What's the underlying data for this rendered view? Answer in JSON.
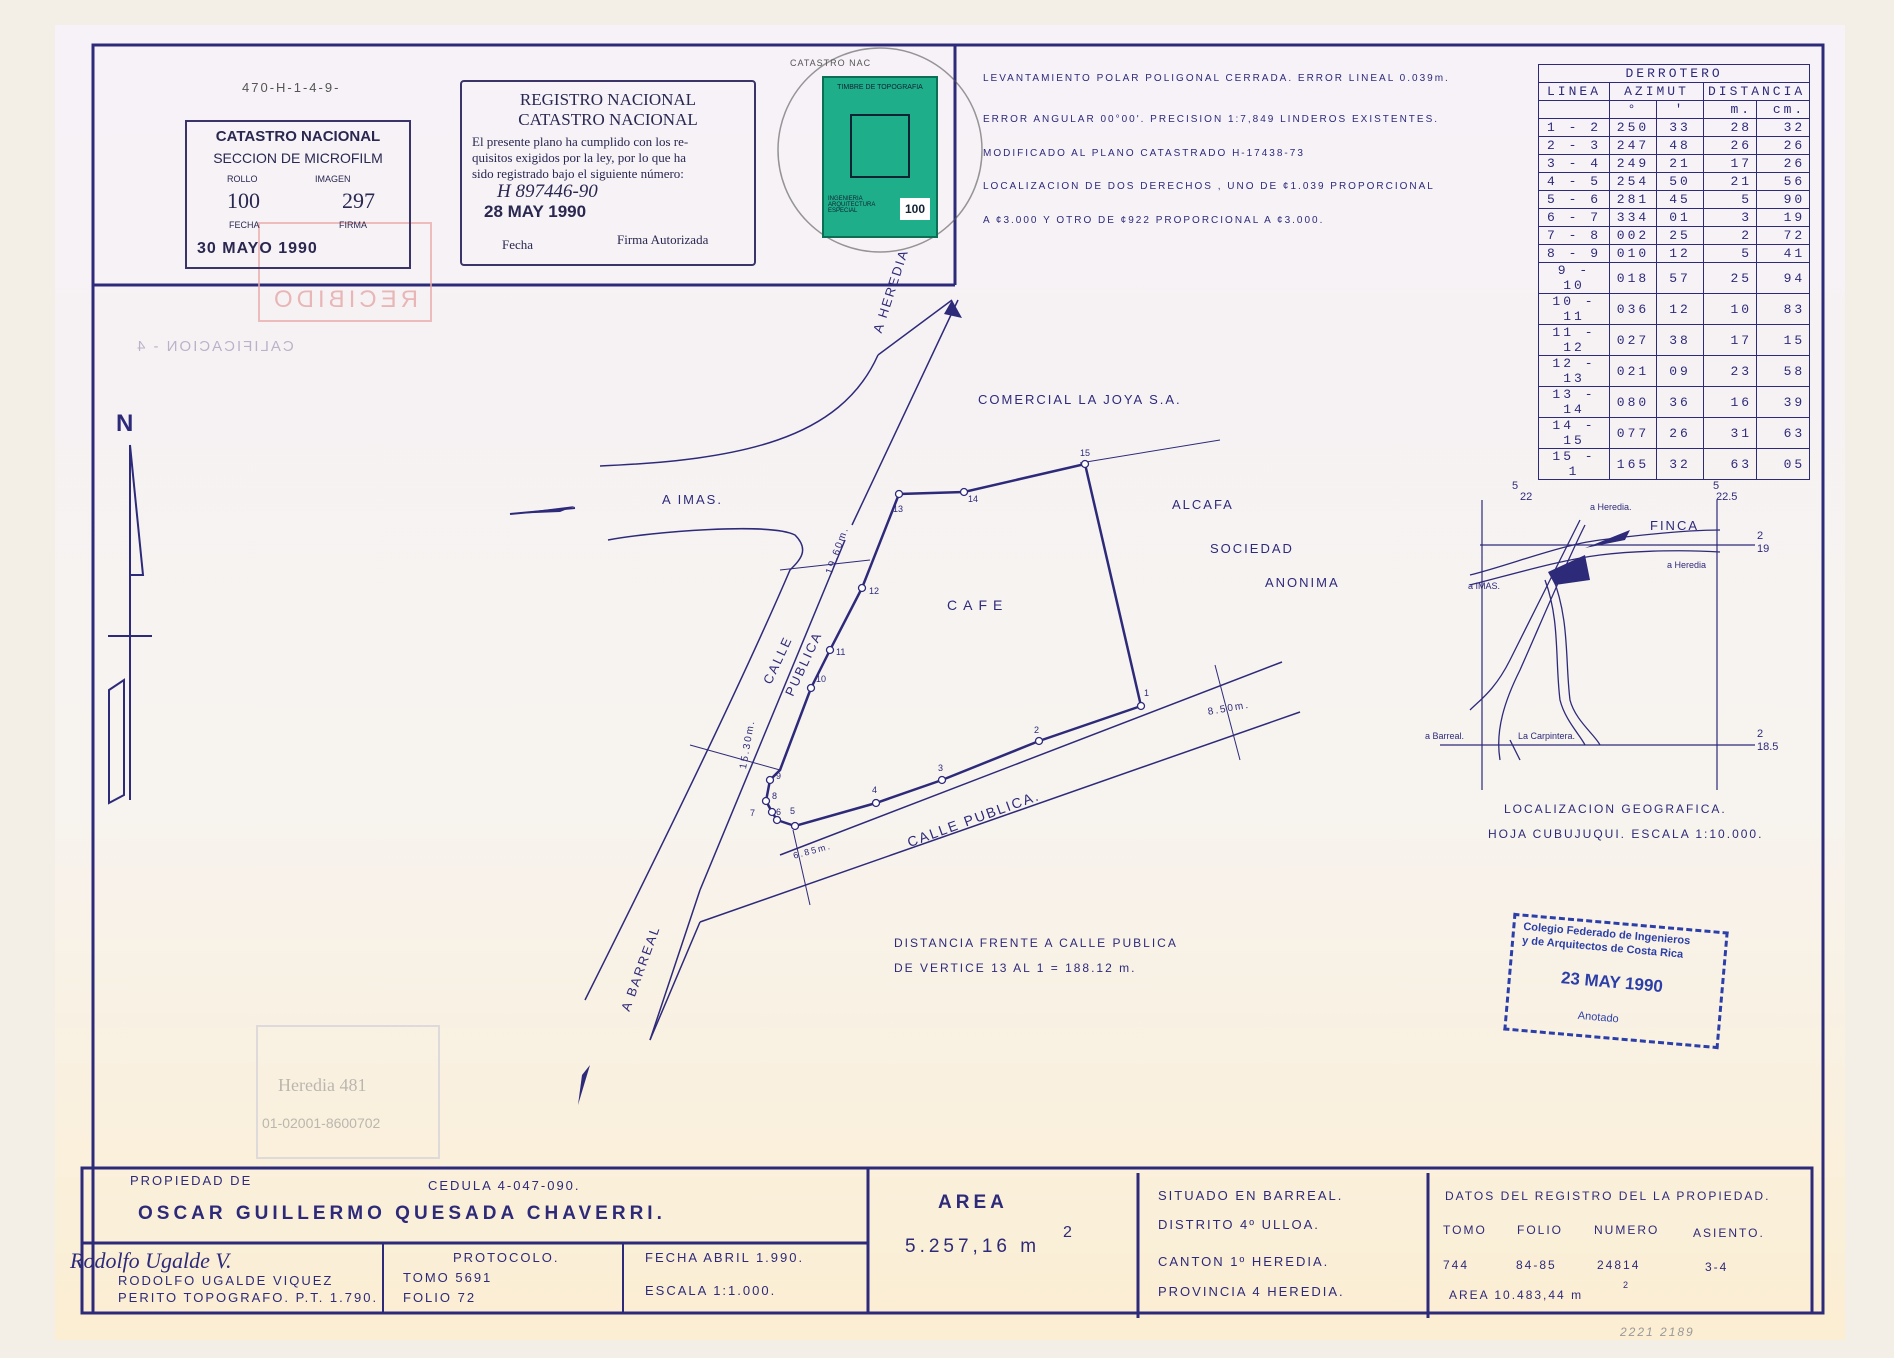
{
  "ref_code": "470-H-1-4-9-",
  "stamp_catastro": {
    "title1": "CATASTRO NACIONAL",
    "title2": "SECCION DE MICROFILM",
    "rollo_label": "ROLLO",
    "rollo": "100",
    "imagen_label": "IMAGEN",
    "imagen": "297",
    "fecha_label": "FECHA",
    "firma_label": "FIRMA",
    "date": "30 MAYO 1990"
  },
  "stamp_registro": {
    "title1": "REGISTRO NACIONAL",
    "title2": "CATASTRO NACIONAL",
    "line1": "El presente plano ha cumplido con los re-",
    "line2": "quisitos exigidos por la ley, por lo que ha",
    "line3": "sido registrado bajo el siguiente número:",
    "number": "H 897446-90",
    "date": "28 MAY 1990",
    "fecha_label": "Fecha",
    "firma_label": "Firma Autorizada"
  },
  "green_stamp": {
    "top": "TIMBRE DE TOPOGRAFIA",
    "bottom": "INGENIERIA ARQUITECTURA ESPECIAL",
    "value": "100"
  },
  "seal_ring": "CATASTRO NAC",
  "red_stamp": "RECIBIDO",
  "faded_label": "CALIFICACION - 4",
  "notes": [
    "LEVANTAMIENTO POLAR POLIGONAL CERRADA. ERROR LINEAL 0.039m.",
    "ERROR ANGULAR 00°00'. PRECISION 1:7,849 LINDEROS EXISTENTES.",
    "MODIFICADO AL PLANO CATASTRADO H-17438-73",
    "LOCALIZACION DE DOS DERECHOS , UNO DE ¢1.039 PROPORCIONAL",
    "A ¢3.000 Y OTRO DE ¢922 PROPORCIONAL A ¢3.000."
  ],
  "derrotero": {
    "title": "DERROTERO",
    "h_linea": "LINEA",
    "h_azimut": "AZIMUT",
    "h_distancia": "DISTANCIA",
    "h_deg": "°",
    "h_min": "'",
    "h_m": "m.",
    "h_cm": "cm.",
    "rows": [
      [
        "1 - 2",
        "250",
        "33",
        "28",
        "32"
      ],
      [
        "2 - 3",
        "247",
        "48",
        "26",
        "26"
      ],
      [
        "3 - 4",
        "249",
        "21",
        "17",
        "26"
      ],
      [
        "4 - 5",
        "254",
        "50",
        "21",
        "56"
      ],
      [
        "5 - 6",
        "281",
        "45",
        "5",
        "90"
      ],
      [
        "6 - 7",
        "334",
        "01",
        "3",
        "19"
      ],
      [
        "7 - 8",
        "002",
        "25",
        "2",
        "72"
      ],
      [
        "8 - 9",
        "010",
        "12",
        "5",
        "41"
      ],
      [
        "9 - 10",
        "018",
        "57",
        "25",
        "94"
      ],
      [
        "10 - 11",
        "036",
        "12",
        "10",
        "83"
      ],
      [
        "11 - 12",
        "027",
        "38",
        "17",
        "15"
      ],
      [
        "12 - 13",
        "021",
        "09",
        "23",
        "58"
      ],
      [
        "13 - 14",
        "080",
        "36",
        "16",
        "39"
      ],
      [
        "14 - 15",
        "077",
        "26",
        "31",
        "63"
      ],
      [
        "15 - 1",
        "165",
        "32",
        "63",
        "05"
      ]
    ]
  },
  "map_labels": {
    "north": "N",
    "a_heredia": "A HEREDIA",
    "a_imas": "A IMAS.",
    "calle_publica_1": "CALLE",
    "calle_publica_2": "PUBLICA",
    "calle_publica_3": "CALLE PUBLICA.",
    "a_barreal": "A BARREAL",
    "comercial": "COMERCIAL LA JOYA S.A.",
    "alcafa": "ALCAFA",
    "sociedad": "SOCIEDAD",
    "anonima": "ANONIMA",
    "cafe": "CAFE",
    "d_1960": "19.60m.",
    "d_1530": "15.30m.",
    "d_685": "6.85m.",
    "d_850": "8.50m.",
    "frente1": "DISTANCIA FRENTE A CALLE PUBLICA",
    "frente2": "DE VERTICE 13 AL 1 = 188.12 m.",
    "vertices": [
      "1",
      "2",
      "3",
      "4",
      "5",
      "6",
      "7",
      "8",
      "9",
      "10",
      "11",
      "12",
      "13",
      "14",
      "15"
    ]
  },
  "location": {
    "finca": "FINCA",
    "a_heredia_1": "a Heredia.",
    "a_heredia_2": "a Heredia",
    "a_imas": "a IMAS.",
    "a_barreal": "a Barreal.",
    "la_carpintera": "La Carpintera.",
    "c1a": "5",
    "c1b": "22",
    "c2a": "5",
    "c2b": "22.5",
    "r1a": "2",
    "r1b": "19",
    "r2a": "2",
    "r2b": "18.5",
    "caption1": "LOCALIZACION GEOGRAFICA.",
    "caption2": "HOJA CUBUJUQUI. ESCALA 1:10.000."
  },
  "stamp_colegio": {
    "line1": "Colegio Federado de Ingenieros",
    "line2": "y de Arquitectos de Costa Rica",
    "date": "23 MAY 1990",
    "footer": "Anotado"
  },
  "faded_stamp": {
    "line1": "Heredia 481",
    "line2": "01-02001-8600702"
  },
  "title_block": {
    "propiedad_label": "PROPIEDAD DE",
    "cedula": "CEDULA 4-047-090.",
    "owner": "OSCAR GUILLERMO QUESADA CHAVERRI.",
    "area_label": "AREA",
    "area": "5.257,16 m",
    "area_exp": "2",
    "situado": "SITUADO EN BARREAL.",
    "distrito": "DISTRITO 4º ULLOA.",
    "canton": "CANTON 1º HEREDIA.",
    "provincia": "PROVINCIA 4 HEREDIA.",
    "registro_title": "DATOS DEL REGISTRO DEL LA PROPIEDAD.",
    "h_tomo": "TOMO",
    "h_folio": "FOLIO",
    "h_numero": "NUMERO",
    "h_asiento": "ASIENTO.",
    "v_tomo": "744",
    "v_folio": "84-85",
    "v_numero": "24814",
    "v_asiento": "3-4",
    "area_prop": "AREA 10.483,44 m",
    "signature": "Rodolfo Ugalde V.",
    "perito1": "RODOLFO UGALDE VIQUEZ",
    "perito2": "PERITO TOPOGRAFO. P.T. 1.790.",
    "protocolo": "PROTOCOLO.",
    "tomo_p": "TOMO 5691",
    "folio_p": "FOLIO 72",
    "fecha": "FECHA ABRIL 1.990.",
    "escala": "ESCALA 1:1.000."
  },
  "corner_note": "2221 2189"
}
